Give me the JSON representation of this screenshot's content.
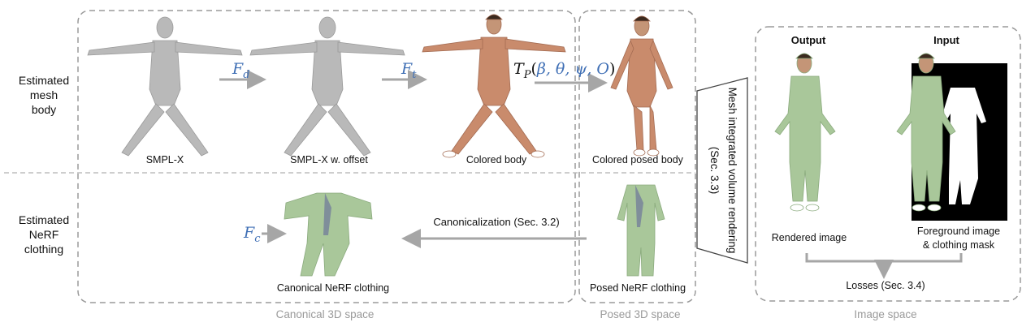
{
  "rows": {
    "mesh_label": "Estimated\nmesh\nbody",
    "nerf_label": "Estimated\nNeRF\nclothing"
  },
  "captions": {
    "smplx": "SMPL-X",
    "smplx_offset": "SMPL-X w. offset",
    "colored_body": "Colored body",
    "colored_posed_body": "Colored posed body",
    "canonical_nerf": "Canonical NeRF clothing",
    "posed_nerf": "Posed NeRF clothing",
    "rendered_image": "Rendered image",
    "foreground": "Foreground image\n& clothing mask",
    "losses": "Losses (Sec. 3.4)",
    "canonicalization": "Canonicalization (Sec. 3.2)"
  },
  "math": {
    "fd_base": "F",
    "fd_sub": "d",
    "ft_base": "F",
    "ft_sub": "t",
    "fc_base": "F",
    "fc_sub": "c",
    "tp_base": "T",
    "tp_sub": "P",
    "tp_open": "(",
    "tp_args": "β, θ, ψ, O",
    "tp_close": ")"
  },
  "image_space": {
    "output": "Output",
    "input": "Input"
  },
  "renderer": "Mesh integrated volume rendering (Sec. 3.3)",
  "spaces": {
    "canonical": "Canonical 3D space",
    "posed": "Posed 3D space",
    "image": "Image space"
  },
  "colors": {
    "box": "#9a9a9a",
    "arrow": "#a6a6a6",
    "math_blue": "#3f6fb5",
    "gray_body": "#b9b9b9",
    "skin": "#c98b6c",
    "clothing": "#a9c79a"
  }
}
